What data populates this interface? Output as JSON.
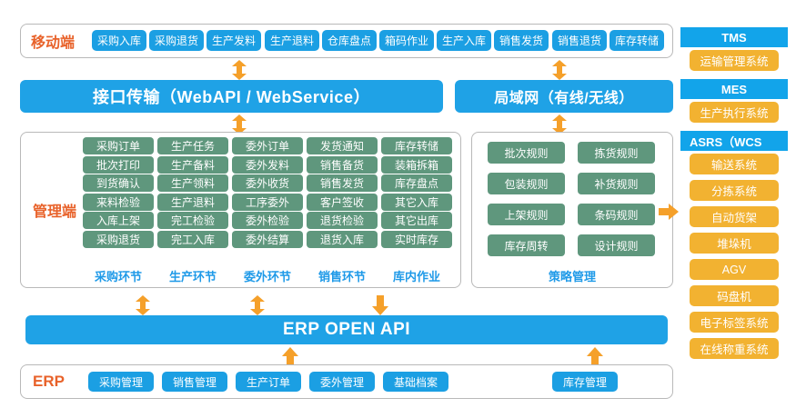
{
  "colors": {
    "blue": "#1fa2e6",
    "blue_btn": "#1b9fe3",
    "green": "#5f977d",
    "orange": "#f2b231",
    "orange_arrow": "#f5a02a",
    "label_orange": "#e8622a",
    "caption_blue": "#1f9ae8",
    "panel_border": "#b9b9b9"
  },
  "mobile": {
    "label": "移动端",
    "buttons": [
      "采购入库",
      "采购退货",
      "生产发料",
      "生产退料",
      "仓库盘点",
      "箱码作业",
      "生产入库",
      "销售发货",
      "销售退货",
      "库存转储"
    ]
  },
  "transport": {
    "api_bar": "接口传输（WebAPI / WebService）",
    "lan_bar": "局域网（有线/无线）"
  },
  "management": {
    "label": "管理端",
    "columns": [
      {
        "caption": "采购环节",
        "items": [
          "采购订单",
          "批次打印",
          "到货确认",
          "来料检验",
          "入库上架",
          "采购退货"
        ]
      },
      {
        "caption": "生产环节",
        "items": [
          "生产任务",
          "生产备料",
          "生产领料",
          "生产退料",
          "完工检验",
          "完工入库"
        ]
      },
      {
        "caption": "委外环节",
        "items": [
          "委外订单",
          "委外发料",
          "委外收货",
          "工序委外",
          "委外检验",
          "委外结算"
        ]
      },
      {
        "caption": "销售环节",
        "items": [
          "发货通知",
          "销售备货",
          "销售发货",
          "客户签收",
          "退货检验",
          "退货入库"
        ]
      },
      {
        "caption": "库内作业",
        "items": [
          "库存转储",
          "装箱拆箱",
          "库存盘点",
          "其它入库",
          "其它出库",
          "实时库存"
        ]
      }
    ]
  },
  "strategy": {
    "caption": "策略管理",
    "rows": [
      [
        "批次规则",
        "拣货规则"
      ],
      [
        "包装规则",
        "补货规则"
      ],
      [
        "上架规则",
        "条码规则"
      ],
      [
        "库存周转",
        "设计规则"
      ]
    ]
  },
  "openapi": {
    "bar": "ERP  OPEN API"
  },
  "erp": {
    "label": "ERP",
    "buttons": [
      "采购管理",
      "销售管理",
      "生产订单",
      "委外管理",
      "基础档案"
    ],
    "right_button": "库存管理"
  },
  "right_column": {
    "groups": [
      {
        "header": "TMS",
        "items": [
          "运输管理系统"
        ]
      },
      {
        "header": "MES",
        "items": [
          "生产执行系统"
        ]
      },
      {
        "header": "ASRS（WCS",
        "items": [
          "输送系统",
          "分拣系统",
          "自动货架",
          "堆垛机",
          "AGV",
          "码盘机",
          "电子标签系统",
          "在线称重系统"
        ]
      }
    ]
  }
}
